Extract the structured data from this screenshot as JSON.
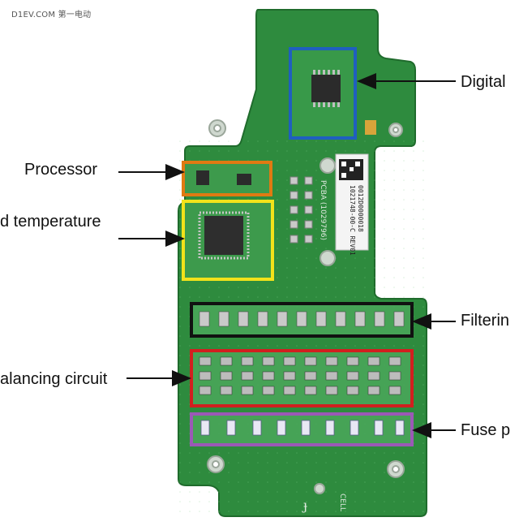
{
  "watermark": "D1EV.COM 第一电动",
  "labels": {
    "digital": "Digital",
    "processor": "Processor",
    "temperature": "d temperature",
    "filtering": "Filterin",
    "balancing": "alancing circuit",
    "fuse": "Fuse p"
  },
  "board": {
    "pcba_text": "PCBA (1029796)",
    "sticker_line1": "1021748-00-C REV01",
    "sticker_line2": "0012D0000018",
    "cell_text": "CELL",
    "brand_mark": "ɟ"
  },
  "colors": {
    "board_green": "#2e8b3e",
    "board_dark": "#1f6b2c",
    "digital_box": "#1f5fbf",
    "processor_box": "#e07a12",
    "temperature_box": "#f2e21a",
    "filtering_box": "#111111",
    "balancing_box": "#d11f1f",
    "fuse_box": "#9b59b6"
  }
}
